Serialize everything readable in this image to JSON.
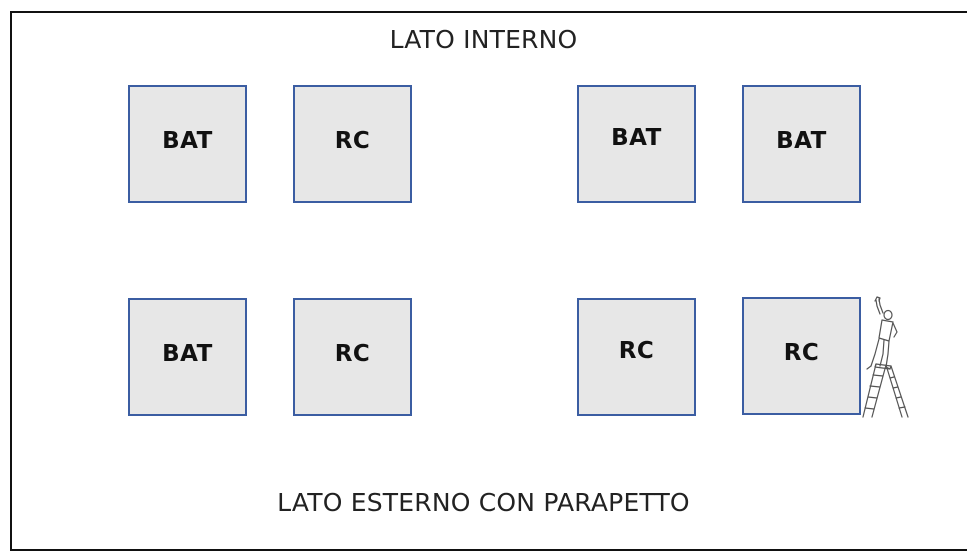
{
  "diagram": {
    "top_label": "LATO INTERNO",
    "bottom_label": "LATO ESTERNO CON PARAPETTO",
    "units": [
      {
        "label": "BAT"
      },
      {
        "label": "RC"
      },
      {
        "label": "BAT"
      },
      {
        "label": "BAT"
      },
      {
        "label": "BAT"
      },
      {
        "label": "RC"
      },
      {
        "label": "RC"
      },
      {
        "label": "RC"
      }
    ],
    "colors": {
      "unit_fill": "#e7e7e7",
      "unit_border": "#3b5da2",
      "frame": "#111111"
    },
    "illustration": "worker-on-ladder-icon"
  }
}
